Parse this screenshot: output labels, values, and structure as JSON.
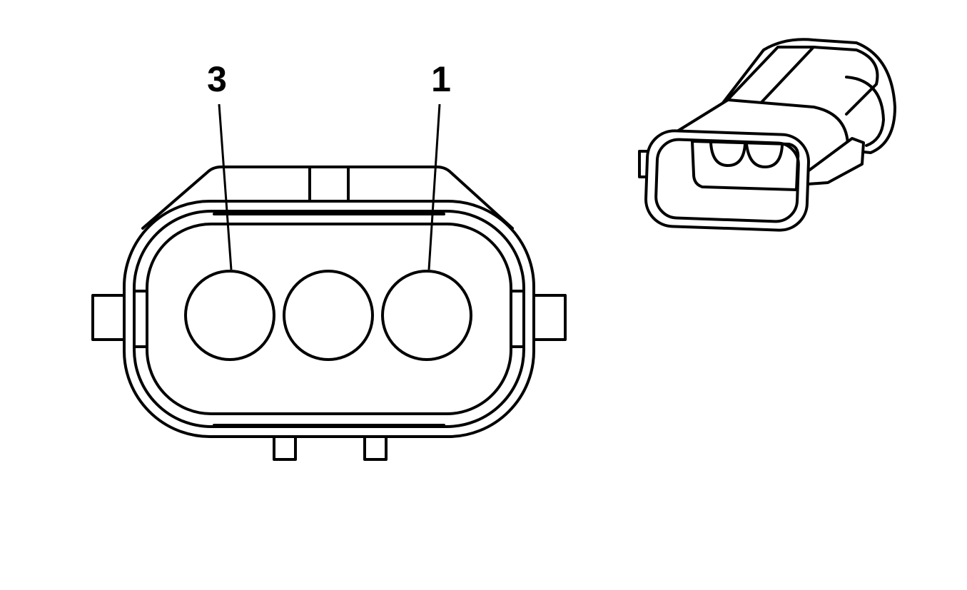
{
  "diagram": {
    "labels": {
      "pin3": "3",
      "pin1": "1"
    },
    "colors": {
      "line": "#000000",
      "background": "#ffffff"
    },
    "cavity_count": 3
  }
}
